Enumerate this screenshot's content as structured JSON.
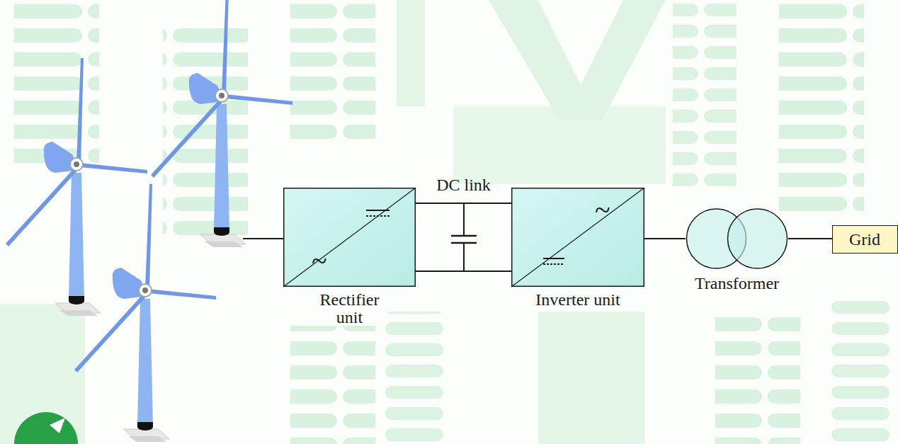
{
  "diagram": {
    "nodes": [
      {
        "text": [
          "~",
          "Rectifier unit"
        ]
      },
      {
        "text": [
          "~",
          "Inverter unit"
        ]
      },
      {
        "text": [
          "Transformer"
        ]
      },
      {
        "text": [
          "Grid"
        ]
      }
    ],
    "edges": [
      {
        "from": 0,
        "to": 1,
        "arrow": "none",
        "label": "DC link"
      },
      {
        "from": 0,
        "to": 1,
        "arrow": "none"
      },
      {
        "from": 1,
        "to": 2,
        "arrow": "none"
      },
      {
        "from": 2,
        "to": 3,
        "arrow": "none"
      }
    ]
  }
}
